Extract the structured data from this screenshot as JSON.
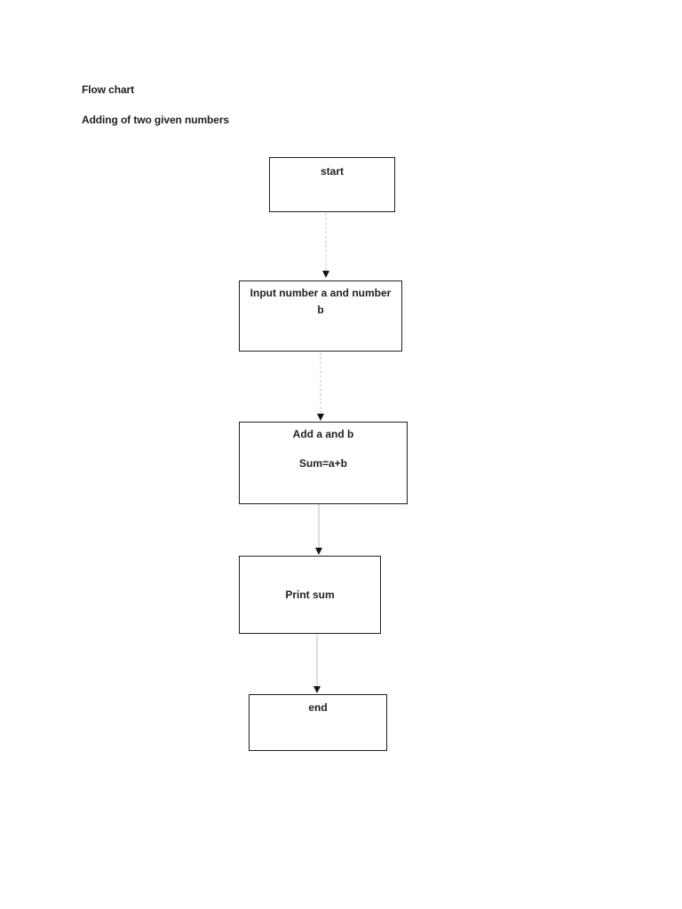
{
  "document": {
    "title": "Flow chart",
    "subtitle": "Adding of two given numbers"
  },
  "flowchart": {
    "nodes": [
      {
        "id": "start",
        "label": "start"
      },
      {
        "id": "input",
        "line1": "Input number a and number",
        "line2": "b"
      },
      {
        "id": "add",
        "line1": "Add a and b",
        "line2": "Sum=a+b"
      },
      {
        "id": "print",
        "label": "Print sum"
      },
      {
        "id": "end",
        "label": "end"
      }
    ],
    "connectors": [
      {
        "from": "start",
        "to": "input",
        "style": "dashed"
      },
      {
        "from": "input",
        "to": "add",
        "style": "dashed"
      },
      {
        "from": "add",
        "to": "print",
        "style": "solid"
      },
      {
        "from": "print",
        "to": "end",
        "style": "solid"
      }
    ]
  },
  "colors": {
    "page_background": "#ffffff",
    "box_border": "#1f1f1f",
    "text": "#1f1f1f",
    "connector_dashed": "#c6c6c6",
    "connector_solid": "#bdbdbd",
    "arrowhead": "#141414"
  }
}
